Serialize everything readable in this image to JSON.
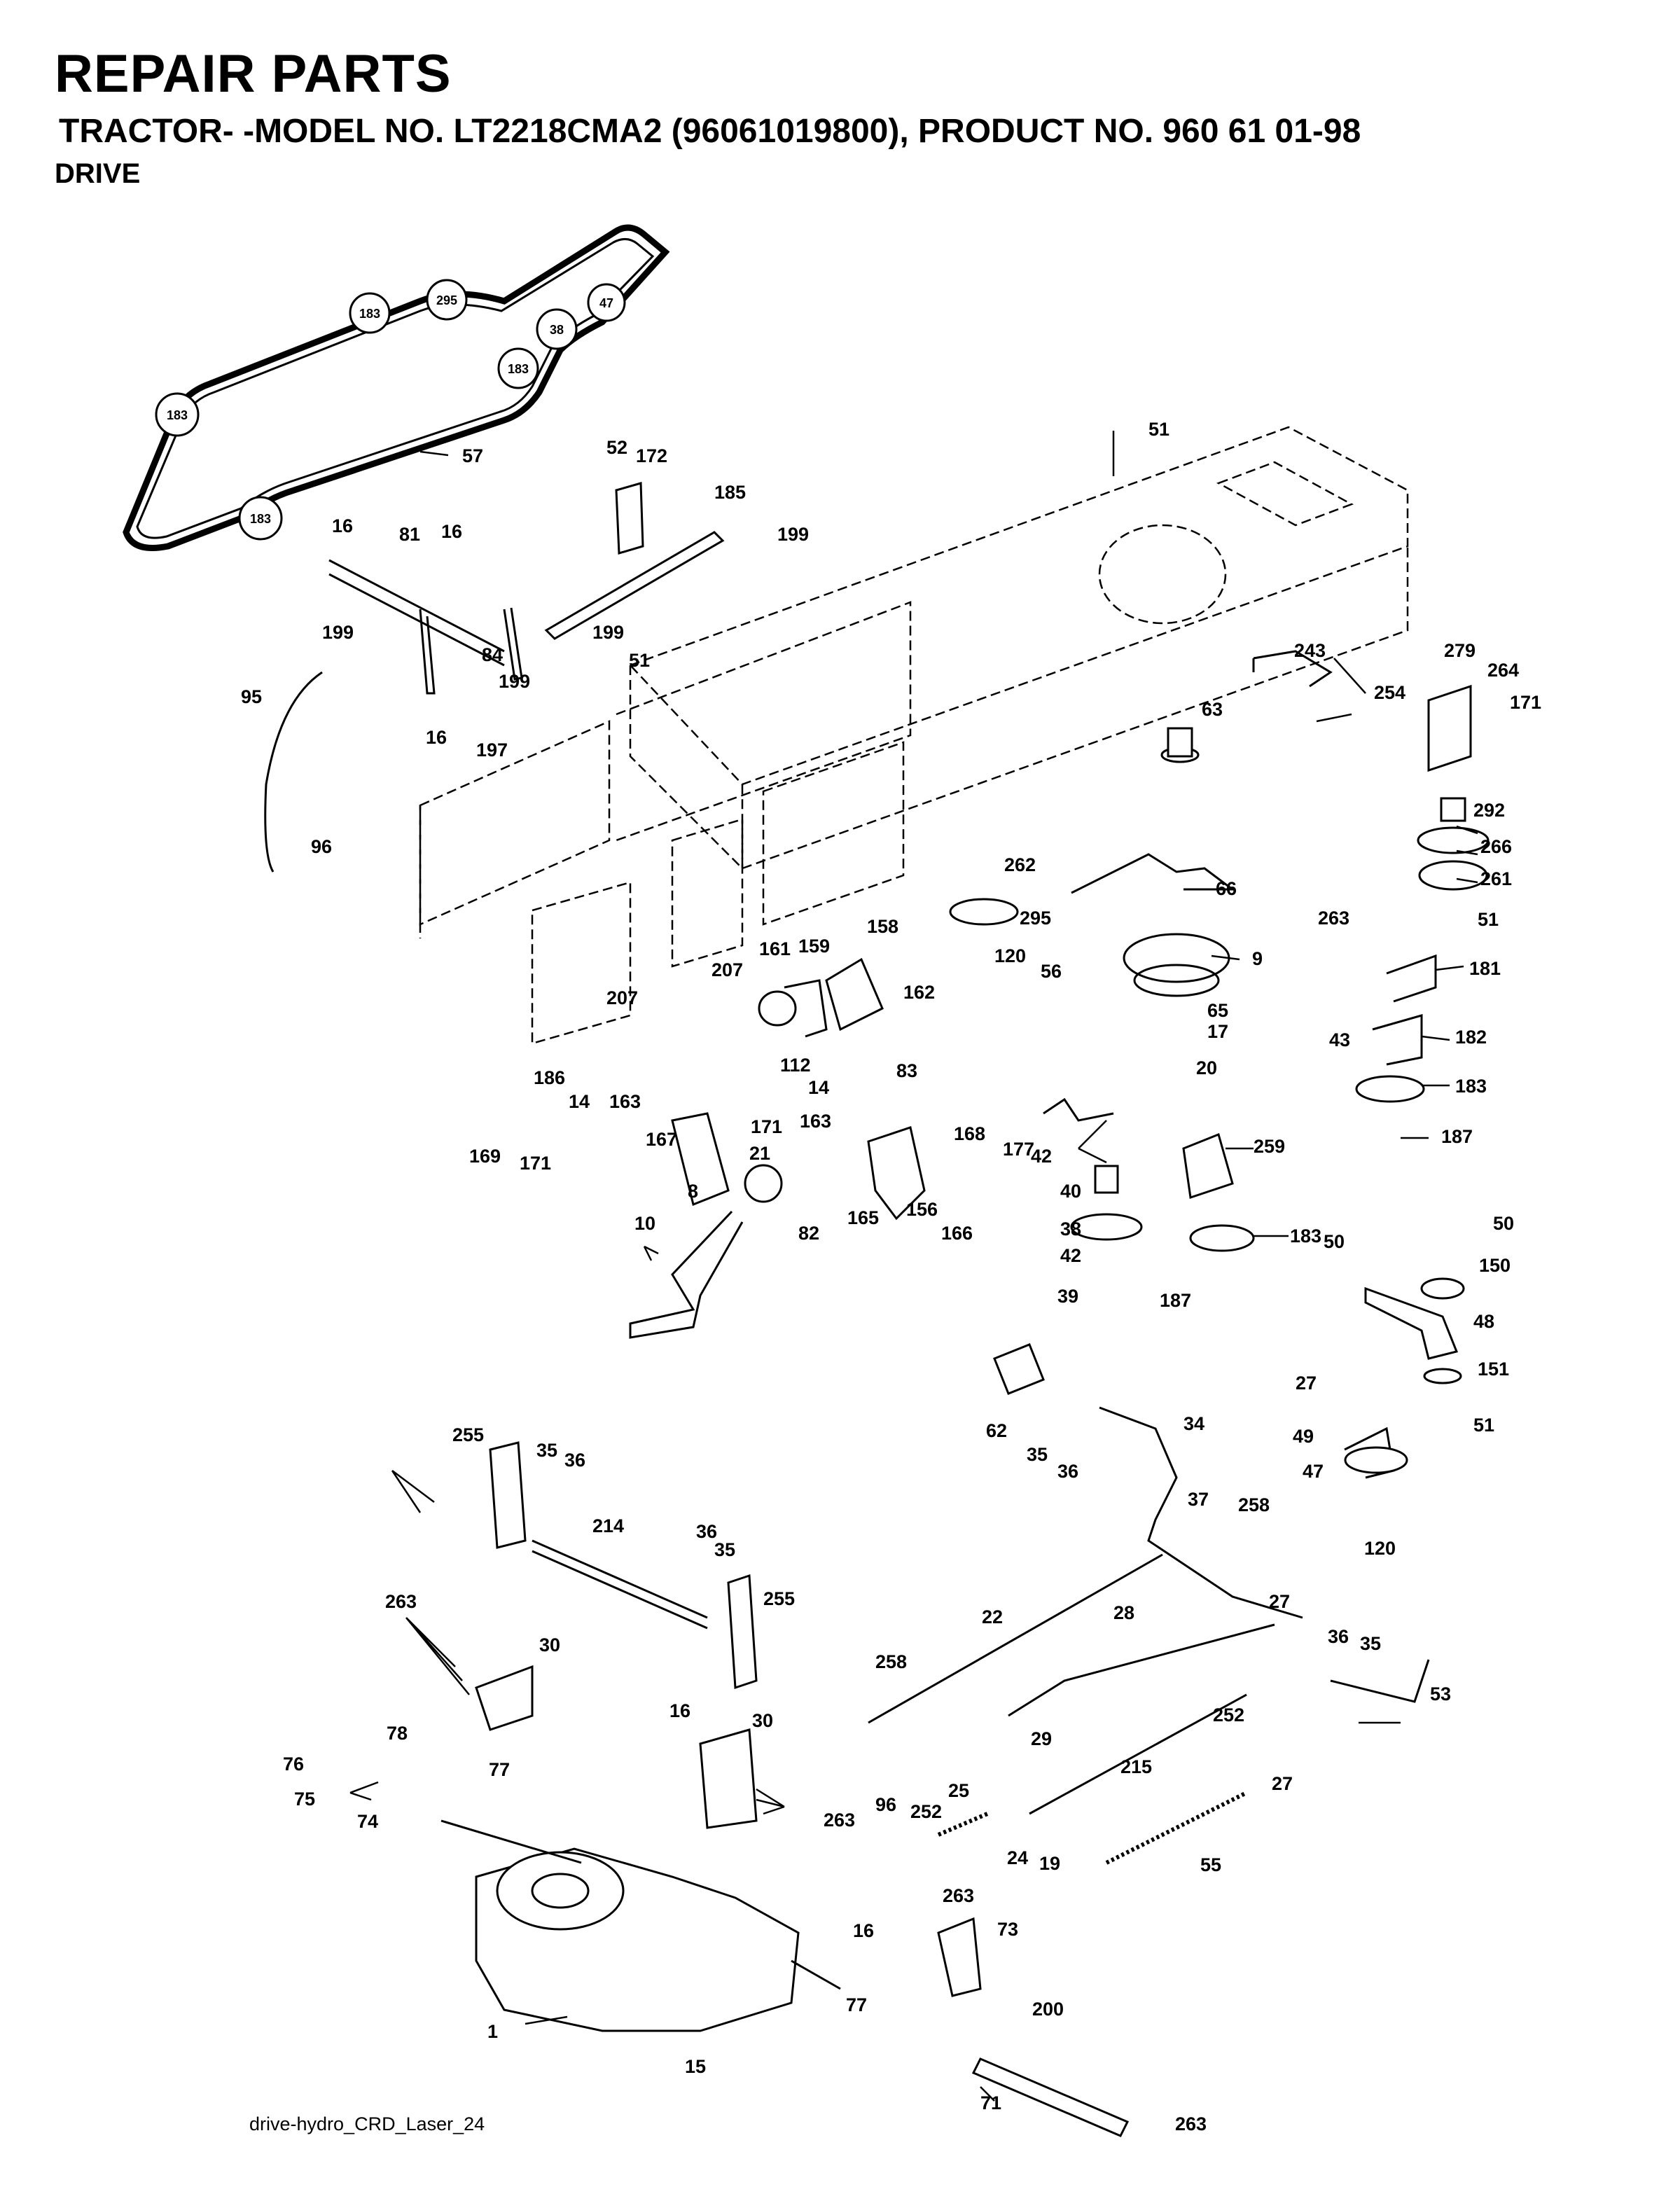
{
  "header": {
    "title": "REPAIR PARTS",
    "subtitle": "TRACTOR- -MODEL NO. LT2218CMA2 (96061019800), PRODUCT NO. 960 61 01-98",
    "section": "DRIVE"
  },
  "footer": {
    "drawing_id": "drive-hydro_CRD_Laser_24"
  },
  "belt_labels": [
    "183",
    "295",
    "47",
    "38",
    "183",
    "183",
    "183"
  ],
  "callouts": [
    "57",
    "52",
    "172",
    "185",
    "199",
    "16",
    "81",
    "16",
    "199",
    "199",
    "84",
    "51",
    "199",
    "197",
    "16",
    "95",
    "96",
    "51",
    "243",
    "254",
    "63",
    "279",
    "264",
    "171",
    "292",
    "266",
    "261",
    "51",
    "262",
    "66",
    "295",
    "120",
    "56",
    "9",
    "263",
    "181",
    "65",
    "17",
    "20",
    "43",
    "182",
    "183",
    "187",
    "158",
    "207",
    "161",
    "159",
    "162",
    "207",
    "186",
    "14",
    "163",
    "112",
    "14",
    "171",
    "167",
    "169",
    "171",
    "83",
    "163",
    "168",
    "21",
    "82",
    "165",
    "156",
    "166",
    "177",
    "42",
    "40",
    "38",
    "42",
    "39",
    "259",
    "183",
    "187",
    "10",
    "8",
    "50",
    "50",
    "150",
    "48",
    "27",
    "151",
    "49",
    "51",
    "47",
    "120",
    "62",
    "35",
    "36",
    "34",
    "37",
    "255",
    "35",
    "36",
    "214",
    "36",
    "35",
    "255",
    "258",
    "36",
    "35",
    "27",
    "22",
    "28",
    "263",
    "30",
    "258",
    "29",
    "252",
    "53",
    "16",
    "30",
    "78",
    "77",
    "76",
    "75",
    "74",
    "96",
    "252",
    "25",
    "24",
    "19",
    "215",
    "55",
    "27",
    "263",
    "263",
    "73",
    "16",
    "77",
    "200",
    "1",
    "15",
    "71",
    "263"
  ]
}
